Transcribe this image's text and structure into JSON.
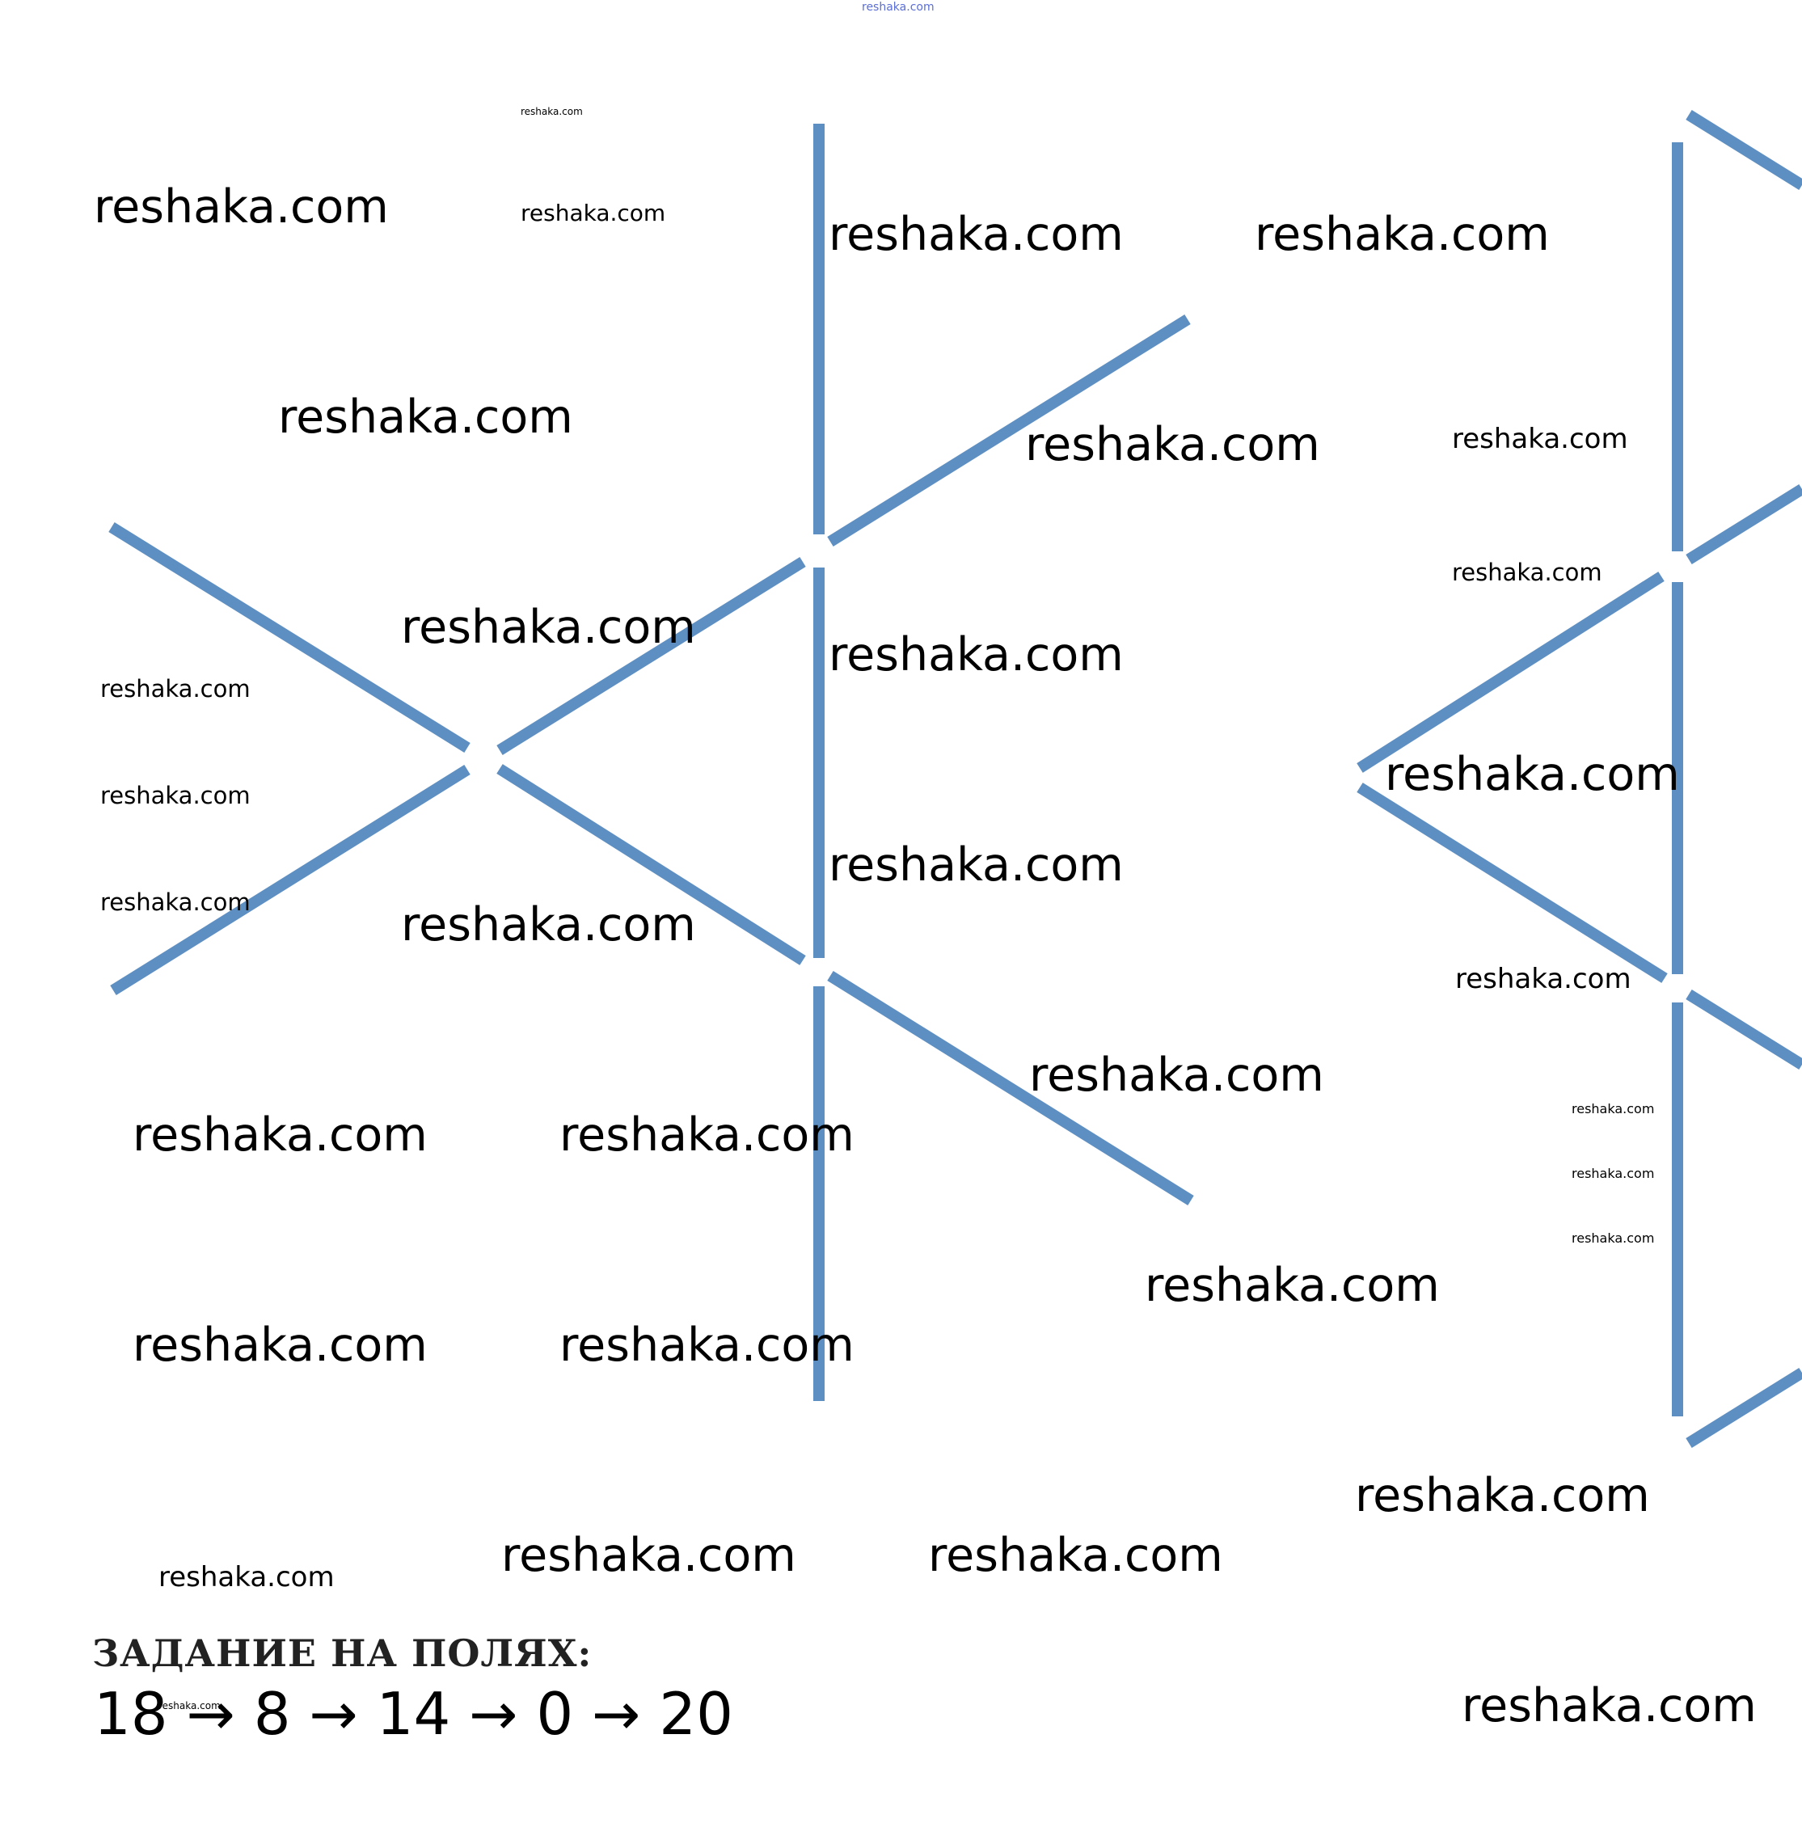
{
  "watermark": "reshaka.com",
  "task": {
    "heading": "ЗАДАНИЕ НА ПОЛЯХ:",
    "sequence": "18 → 8 → 14 → 0 → 20"
  },
  "colors": {
    "stick": "#5e8fc2",
    "top_watermark": "#5b6fd6",
    "background": "#ffffff"
  }
}
